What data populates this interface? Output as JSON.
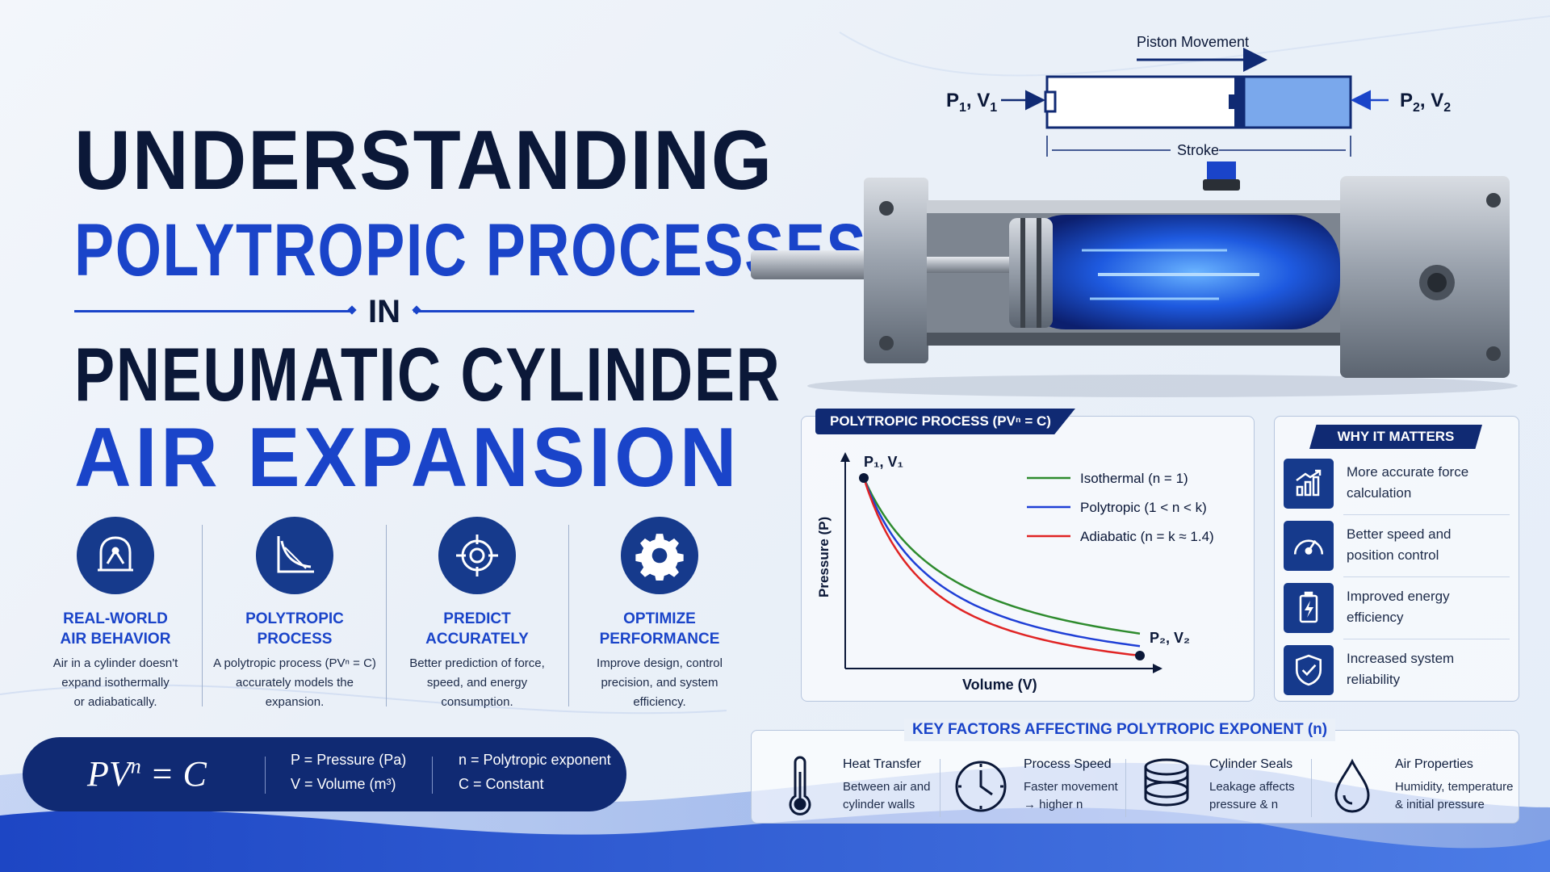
{
  "title": {
    "line1": "UNDERSTANDING",
    "line2": "POLYTROPIC PROCESSES",
    "line3": "IN",
    "line4": "PNEUMATIC CYLINDER",
    "line5": "AIR EXPANSION"
  },
  "features": [
    {
      "icon": "gauge-expansion-icon",
      "title_l1": "REAL-WORLD",
      "title_l2": "AIR BEHAVIOR",
      "desc_l1": "Air in a cylinder doesn't",
      "desc_l2": "expand isothermally",
      "desc_l3": "or adiabatically."
    },
    {
      "icon": "curve-graph-icon",
      "title_l1": "POLYTROPIC",
      "title_l2": "PROCESS",
      "desc_l1": "A polytropic process (PVⁿ = C)",
      "desc_l2": "accurately models the",
      "desc_l3": "expansion."
    },
    {
      "icon": "target-icon",
      "title_l1": "PREDICT ACCURATELY",
      "title_l2": "",
      "desc_l1": "Better prediction of force,",
      "desc_l2": "speed, and energy",
      "desc_l3": "consumption."
    },
    {
      "icon": "gear-icon",
      "title_l1": "OPTIMIZE PERFORMANCE",
      "title_l2": "",
      "desc_l1": "Improve design, control",
      "desc_l2": "precision, and system",
      "desc_l3": "efficiency."
    }
  ],
  "formula": {
    "lhs": "PV",
    "exp": "n",
    "rhs": " = C",
    "defs": {
      "p": "P = Pressure (Pa)",
      "v": "V = Volume (m³)",
      "n": "n = Polytropic exponent",
      "c": "C = Constant"
    }
  },
  "piston_diagram": {
    "movement_label": "Piston Movement",
    "state1": "P",
    "state1_sub": "1",
    "state1_v": ", V",
    "state1_vsub": "1",
    "state2": "P",
    "state2_sub": "2",
    "state2_v": ", V",
    "state2_vsub": "2",
    "stroke_label": "Stroke"
  },
  "chart_badge": "POLYTROPIC PROCESS (PVⁿ = C)",
  "chart_data": {
    "type": "line",
    "xlabel": "Volume (V)",
    "ylabel": "Pressure (P)",
    "start_label": "P₁, V₁",
    "end_label": "P₂, V₂",
    "x": [
      1,
      1.5,
      2,
      2.5,
      3,
      3.5,
      4
    ],
    "series": [
      {
        "name": "Isothermal (n = 1)",
        "color": "#2e8b2e",
        "n": 1.0
      },
      {
        "name": "Polytropic (1 < n < k)",
        "color": "#1f3fd6",
        "n": 1.2
      },
      {
        "name": "Adiabatic (n = k ≈ 1.4)",
        "color": "#e02424",
        "n": 1.4
      }
    ]
  },
  "why": {
    "title": "WHY IT MATTERS",
    "items": [
      {
        "icon": "bar-chart-icon",
        "l1": "More accurate force",
        "l2": "calculation"
      },
      {
        "icon": "speedometer-icon",
        "l1": "Better speed and",
        "l2": "position control"
      },
      {
        "icon": "battery-icon",
        "l1": "Improved energy",
        "l2": "efficiency"
      },
      {
        "icon": "shield-check-icon",
        "l1": "Increased system",
        "l2": "reliability"
      }
    ]
  },
  "factors": {
    "title": "KEY FACTORS AFFECTING POLYTROPIC EXPONENT (n)",
    "items": [
      {
        "icon": "thermometer-icon",
        "name": "Heat Transfer",
        "l1": "Between air and",
        "l2": "cylinder walls"
      },
      {
        "icon": "clock-icon",
        "name": "Process Speed",
        "l1": "Faster movement",
        "l2": "→ higher n"
      },
      {
        "icon": "seal-rings-icon",
        "name": "Cylinder Seals",
        "l1": "Leakage affects",
        "l2": "pressure & n"
      },
      {
        "icon": "droplet-icon",
        "name": "Air Properties",
        "l1": "Humidity, temperature",
        "l2": "& initial pressure"
      }
    ]
  },
  "colors": {
    "navy": "#102a73",
    "accent_blue": "#1a44c9",
    "dark_text": "#0b1838"
  }
}
